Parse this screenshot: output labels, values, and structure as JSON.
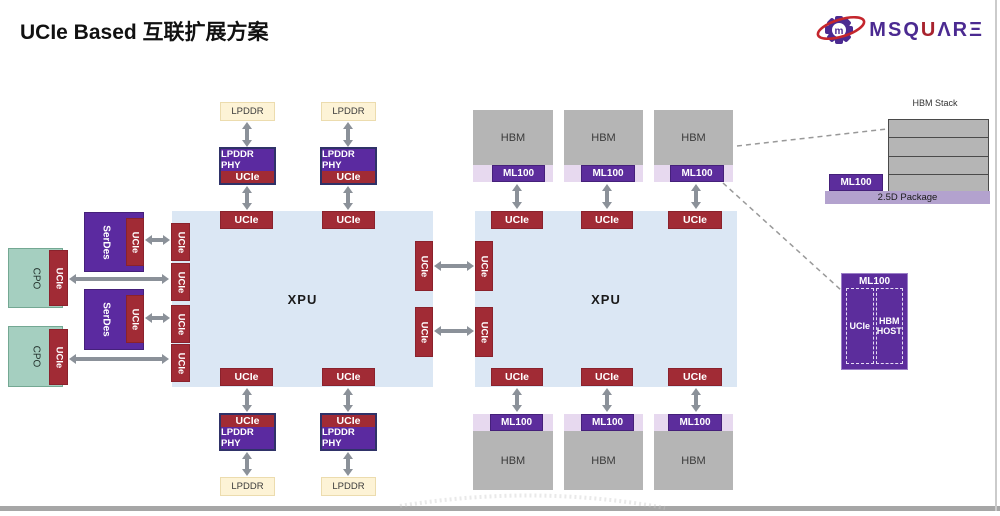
{
  "slide": {
    "title": "UCIe Based 互联扩展方案",
    "logo": {
      "text": "MSQUARE",
      "accent_letter_index": 3,
      "purple": "#4b2a91",
      "accent_red": "#a8232e"
    }
  },
  "labels": {
    "ucie": "UCIe",
    "xpu": "XPU",
    "lpddr": "LPDDR",
    "lpddr_phy": "LPDDR PHY",
    "hbm": "HBM",
    "ml100": "ML100",
    "serdes": "SerDes",
    "cpo": "CPO",
    "hbm_stack": "HBM Stack",
    "package_2_5d": "2.5D Package",
    "hbm_host": "HBM HOST"
  },
  "colors": {
    "ucie_red": "#a12b35",
    "phy_purple": "#5b2aa0",
    "ml100_purple": "#5c2d9c",
    "xpu_blue": "#dbe7f4",
    "cpo_green": "#a5cfc0",
    "lpddr_cream": "#fdf3d6",
    "hbm_gray": "#b5b5b5",
    "lavender_strip": "#e7d9ef",
    "package_lavender": "#b3a2ce",
    "arrow_gray": "#8b9199"
  },
  "structure": {
    "left_xpu": {
      "label": "XPU",
      "top_memory": [
        "LPDDR",
        "LPDDR"
      ],
      "bottom_memory": [
        "LPDDR",
        "LPDDR"
      ],
      "left_attached": [
        "SerDes",
        "CPO",
        "SerDes",
        "CPO"
      ]
    },
    "right_xpu": {
      "label": "XPU",
      "top_memory": [
        "HBM",
        "HBM",
        "HBM"
      ],
      "bottom_memory": [
        "HBM",
        "HBM",
        "HBM"
      ]
    },
    "callouts": {
      "hbm_stack": {
        "label": "HBM Stack",
        "layers": 4,
        "package": "2.5D Package",
        "die": "ML100"
      },
      "ml100_detail": {
        "title": "ML100",
        "sub_blocks": [
          "UCIe",
          "HBM HOST"
        ]
      }
    }
  }
}
